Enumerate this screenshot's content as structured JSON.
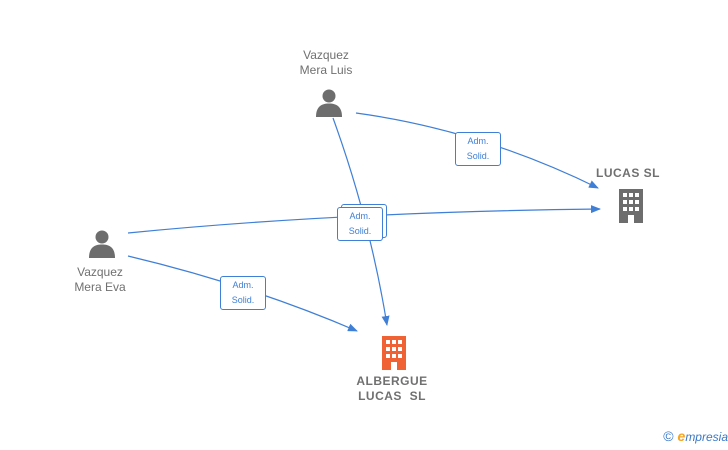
{
  "persons": [
    {
      "id": "luis",
      "name_line1": "Vazquez",
      "name_line2": "Mera Luis"
    },
    {
      "id": "eva",
      "name_line1": "Vazquez",
      "name_line2": "Mera Eva"
    }
  ],
  "companies": [
    {
      "id": "lucas",
      "name_line1": "LUCAS SL",
      "name_line2": ""
    },
    {
      "id": "albergue",
      "name_line1": "ALBERGUE",
      "name_line2": "LUCAS  SL"
    }
  ],
  "edges": [
    {
      "id": "luis-lucas",
      "line1": "Adm.",
      "line2": "Solid."
    },
    {
      "id": "center",
      "line1": "Adm.",
      "line2": "Solid."
    },
    {
      "id": "eva-albergue",
      "line1": "Adm.",
      "line2": "Solid."
    }
  ],
  "colors": {
    "edge": "#3f7fd6",
    "person": "#6d6d6d",
    "company": "#6d6d6d",
    "company_main": "#f06233"
  },
  "footer": {
    "copyright": "©",
    "brand_initial": "e",
    "brand_rest": "mpresia"
  }
}
